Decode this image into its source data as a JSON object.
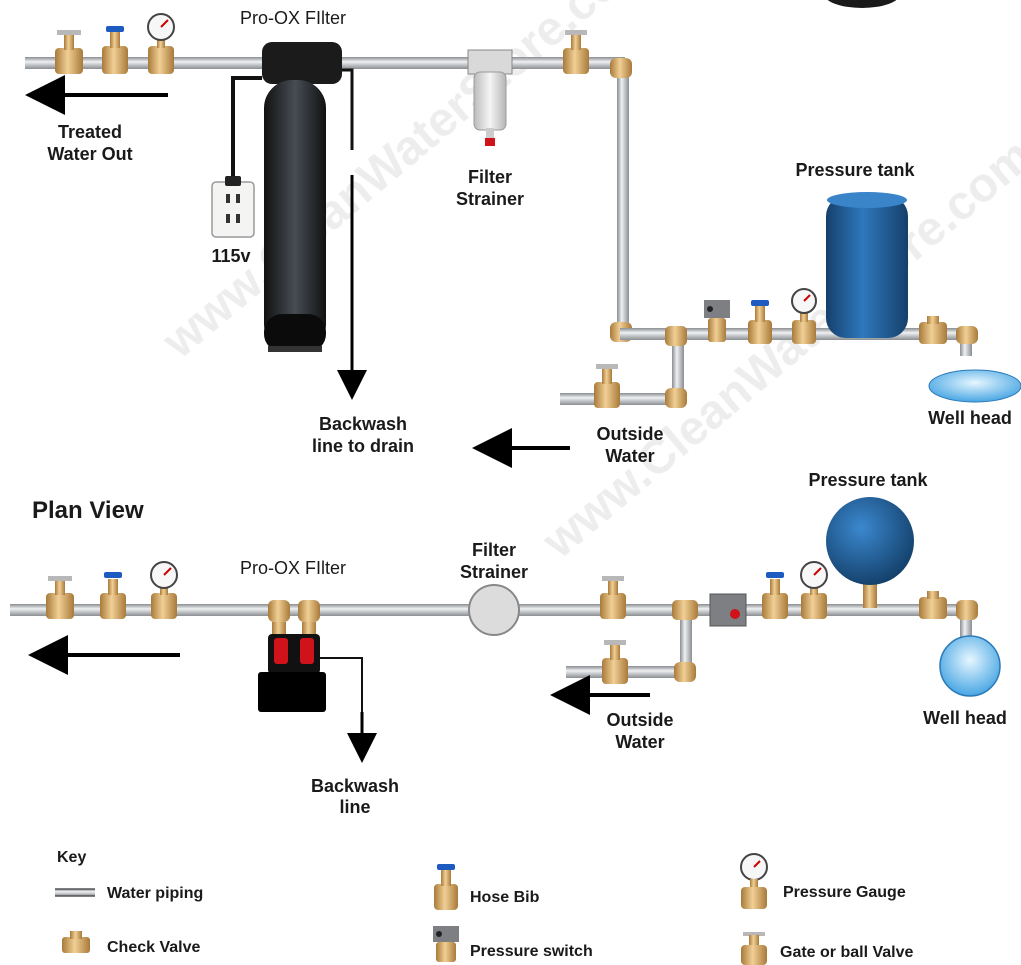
{
  "elevation": {
    "filter_label": "Pro-OX FIlter",
    "treated_out": [
      "Treated",
      "Water Out"
    ],
    "outlet_voltage": "115v",
    "backwash": [
      "Backwash",
      "line to drain"
    ],
    "strainer": [
      "Filter",
      "Strainer"
    ],
    "pressure_tank": "Pressure tank",
    "outside_water": [
      "Outside",
      "Water"
    ],
    "well_head": "Well head"
  },
  "plan": {
    "title": "Plan View",
    "filter_label": "Pro-OX FIlter",
    "strainer": [
      "Filter",
      "Strainer"
    ],
    "pressure_tank": "Pressure tank",
    "backwash": [
      "Backwash",
      "line"
    ],
    "outside_water": [
      "Outside",
      "Water"
    ],
    "well_head": "Well head"
  },
  "key": {
    "title": "Key",
    "items": [
      "Water piping",
      "Check Valve",
      "Hose Bib",
      "Pressure switch",
      "Pressure Gauge",
      "Gate or ball Valve"
    ]
  },
  "watermark": "www.CleanWaterStore.com",
  "colors": {
    "pipe": "#b9bcc0",
    "brass": "#d4a460",
    "tank": "#1d5f9e",
    "water": "#7cc4ef",
    "accent_red": "#d0121b",
    "handle_blue": "#1d5bc0"
  }
}
